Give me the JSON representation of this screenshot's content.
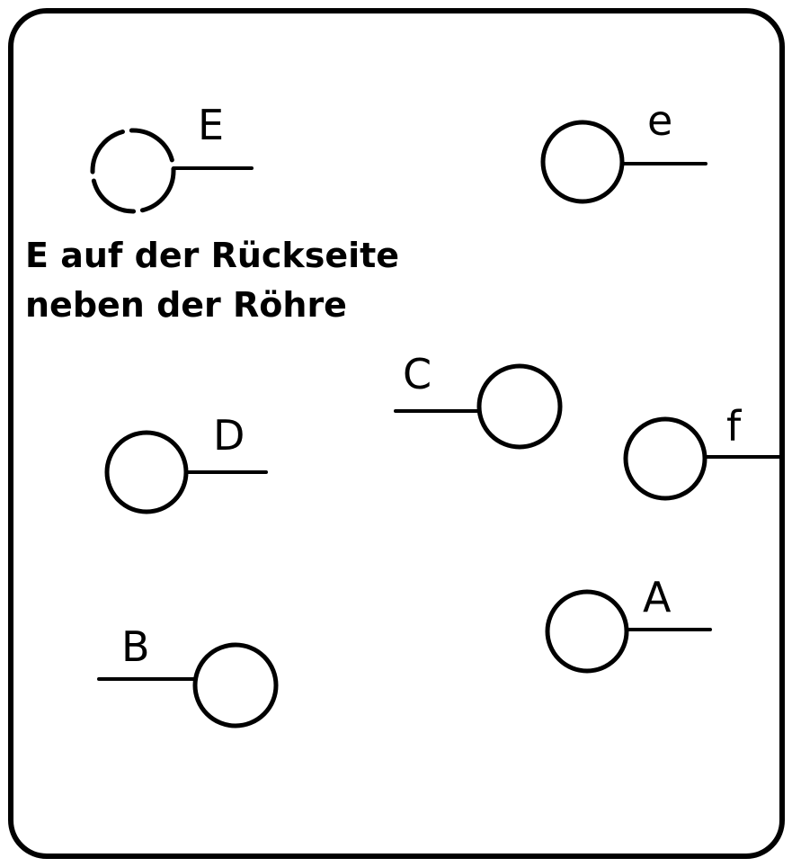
{
  "note": {
    "line1": "E auf der Rückseite",
    "line2": "neben der Röhre"
  },
  "pins": {
    "E": "E",
    "e": "e",
    "C": "C",
    "D": "D",
    "f": "f",
    "A": "A",
    "B": "B"
  },
  "style": {
    "ink": "#000000",
    "paper": "#ffffff"
  }
}
